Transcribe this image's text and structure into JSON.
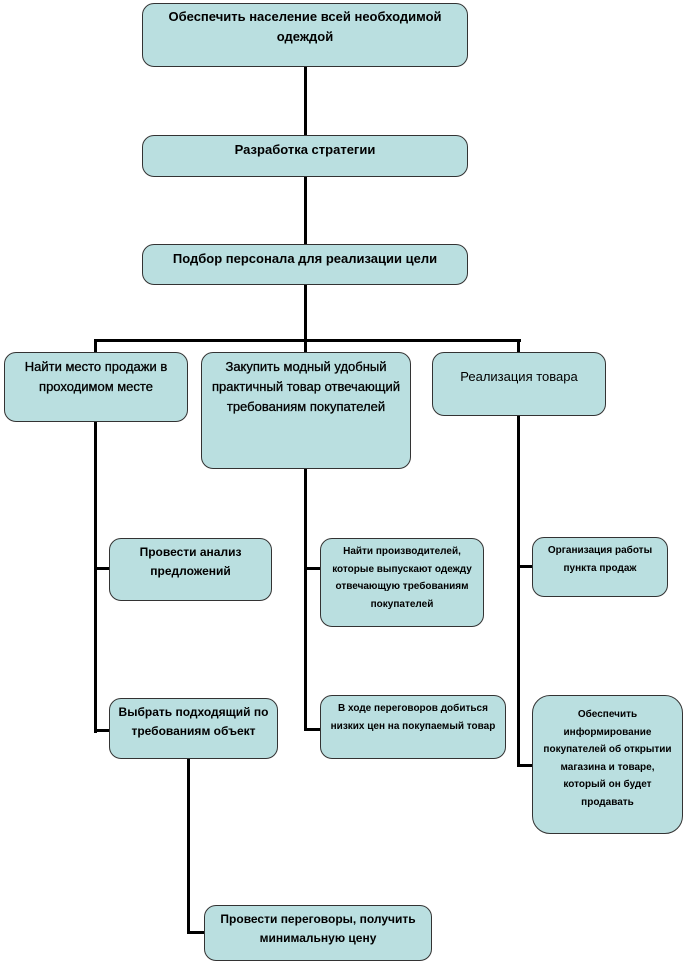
{
  "nodes": {
    "goal": "Обеспечить население всей необходимой одеждой",
    "strategy": "Разработка стратегии",
    "staff": "Подбор персонала для реализации цели",
    "place": "Найти место продажи в проходимом месте",
    "buy": "Закупить модный удобный практичный товар отвечающий требованиям покупателей",
    "sale": "Реализация товара",
    "analysis": "Провести анализ предложений",
    "choose": "Выбрать подходящий по требованиям объект",
    "negotiate": "Провести переговоры, получить минимальную цену",
    "producers": "Найти производителей, которые выпускают одежду отвечающую требованиям покупателей",
    "lowprice": "В ходе переговоров добиться низких цен на покупаемый товар",
    "organize": "Организация работы пункта продаж",
    "inform": "Обеспечить информирование покупателей об открытии магазина и товаре, который он будет продавать"
  }
}
